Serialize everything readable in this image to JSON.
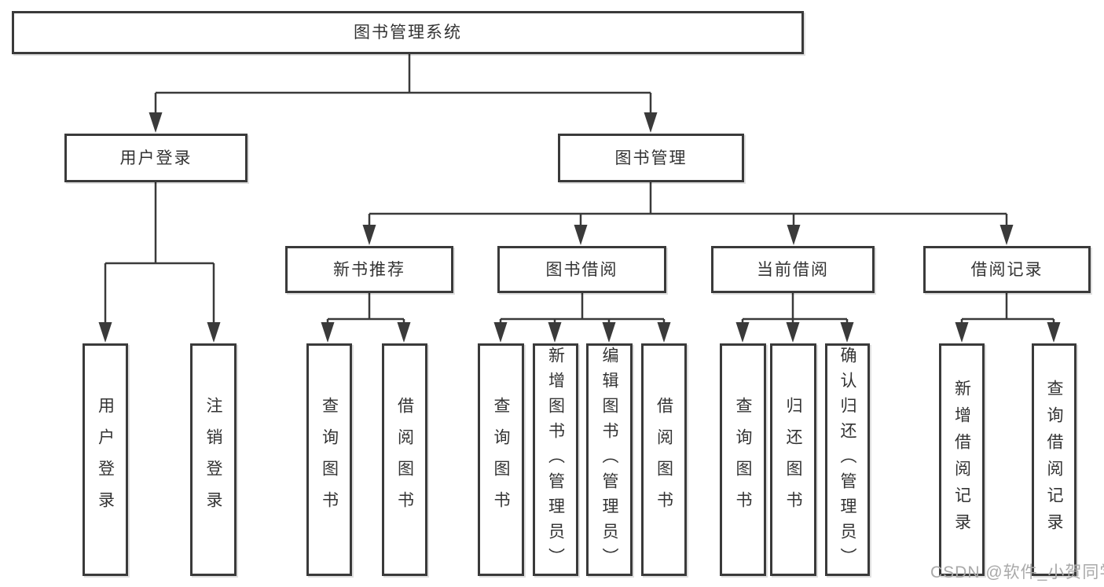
{
  "diagram": {
    "title": "图书管理系统",
    "nodes": {
      "root": {
        "label": "图书管理系统"
      },
      "user_login": {
        "label": "用户登录"
      },
      "book_mgmt": {
        "label": "图书管理"
      },
      "new_book_rec": {
        "label": "新书推荐"
      },
      "book_borrow": {
        "label": "图书借阅"
      },
      "current_borrow": {
        "label": "当前借阅"
      },
      "borrow_records": {
        "label": "借阅记录"
      },
      "leaf_user_login": {
        "label": "用户登录"
      },
      "leaf_logout": {
        "label": "注销登录"
      },
      "leaf_query_book_rec": {
        "label": "查询图书"
      },
      "leaf_borrow_book_rec": {
        "label": "借阅图书"
      },
      "leaf_query_book_borrow": {
        "label": "查询图书"
      },
      "leaf_add_book": {
        "label": "新增图书（管理员）"
      },
      "leaf_edit_book": {
        "label": "编辑图书（管理员）"
      },
      "leaf_borrow_book": {
        "label": "借阅图书"
      },
      "leaf_query_book_current": {
        "label": "查询图书"
      },
      "leaf_return_book": {
        "label": "归还图书"
      },
      "leaf_confirm_return": {
        "label": "确认归还（管理员）"
      },
      "leaf_add_borrow_record": {
        "label": "新增借阅记录"
      },
      "leaf_query_borrow_record": {
        "label": "查询借阅记录"
      }
    }
  },
  "watermark": {
    "text": "CSDN @软件_小贺同学"
  },
  "colors": {
    "line": "#3a3a3a",
    "box_border": "#3a3a3a",
    "box_fill": "#ffffff",
    "text": "#333333",
    "watermark": "#a9a9a9"
  }
}
